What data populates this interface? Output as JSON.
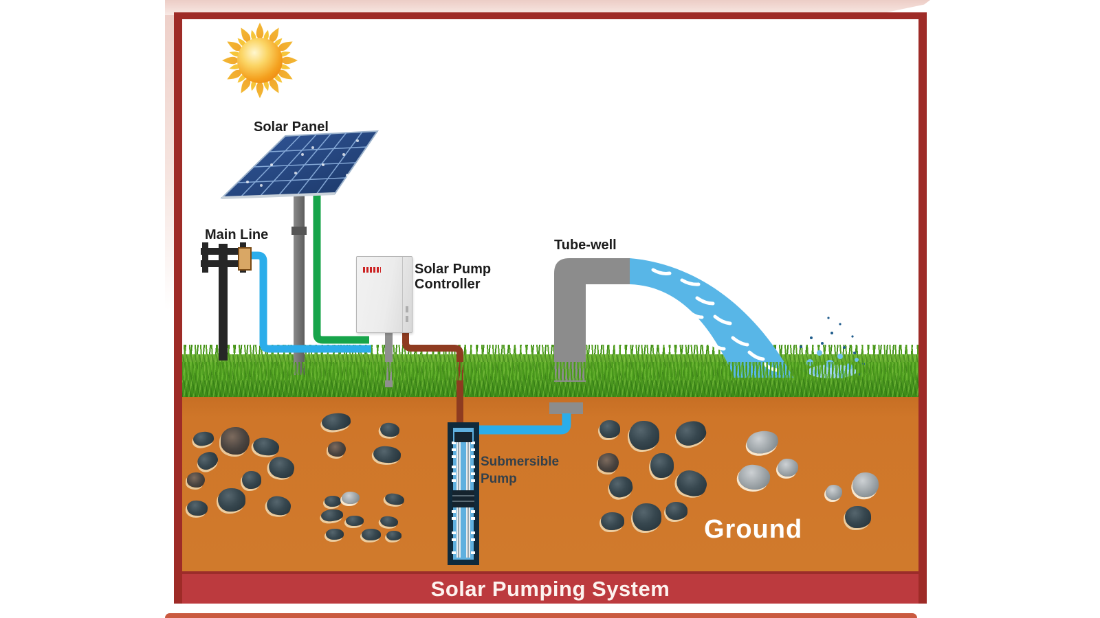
{
  "diagram": {
    "title": "Solar Pumping System",
    "labels": {
      "solar_panel": "Solar Panel",
      "main_line": "Main Line",
      "controller_line1": "Solar Pump",
      "controller_line2": "Controller",
      "tube_well": "Tube-well",
      "pump_line1": "Submersible",
      "pump_line2": "Pump",
      "ground": "Ground"
    },
    "colors": {
      "frame_border": "#9e2b27",
      "title_bar": "#bc3a3e",
      "top_band_pink": "#eccdc6",
      "soil": "#cf7629",
      "grass": "#4f9a22",
      "water": "#58b6e7",
      "pipe_gray": "#8c8c8c",
      "cable_green": "#17a44a",
      "cable_blue": "#2badea",
      "cable_brown": "#8e3b20",
      "sun_core": "#f4a01e",
      "panel_blue": "#2b4a86",
      "well_fill": "#5fb0df"
    }
  }
}
